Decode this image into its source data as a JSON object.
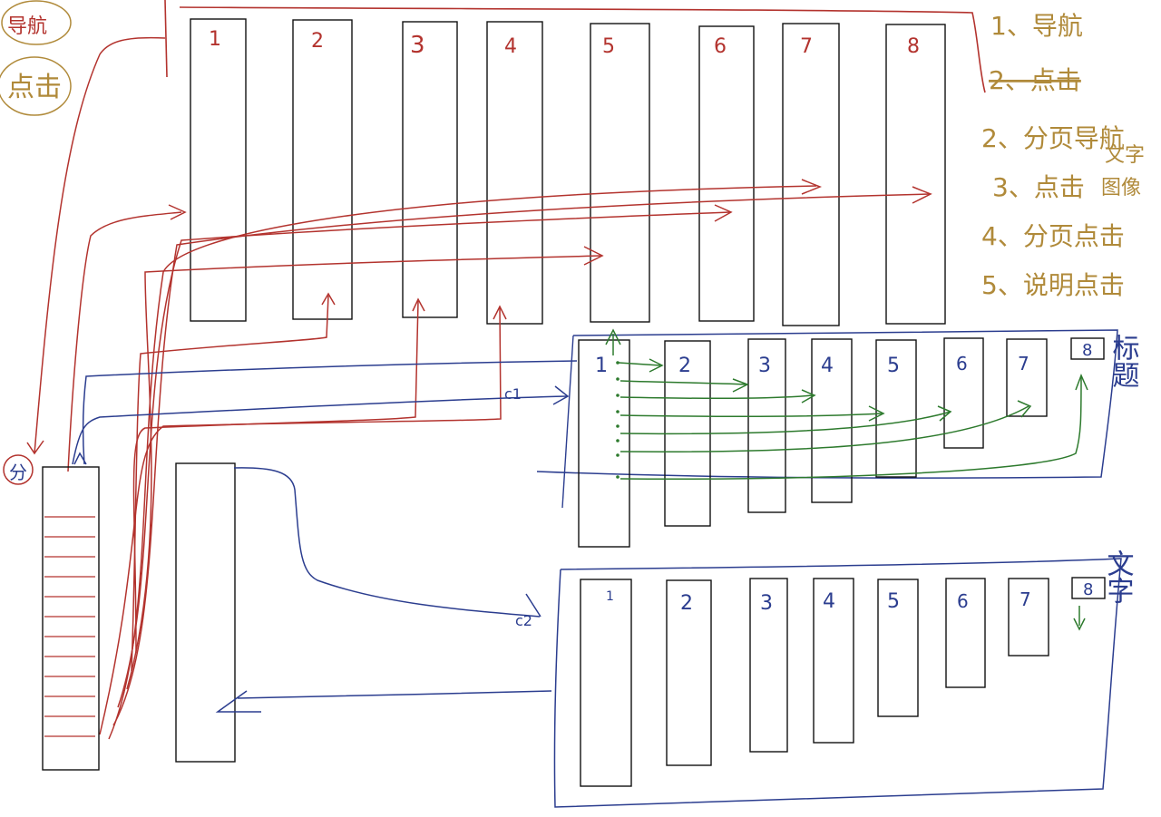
{
  "colors": {
    "red": "#b3332e",
    "blue": "#2b3d8f",
    "green": "#2d7a2d",
    "gold": "#b08a3a",
    "black": "#111111"
  },
  "top_left_labels": {
    "nav": "导航",
    "click": "点击"
  },
  "left_circle_label": "分",
  "top_row": {
    "numbers": [
      "1",
      "2",
      "3",
      "4",
      "5",
      "6",
      "7",
      "8"
    ]
  },
  "middle_panel": {
    "numbers": [
      "1",
      "2",
      "3",
      "4",
      "5",
      "6",
      "7",
      "8"
    ],
    "side_label": "标题",
    "entry_label": "c1"
  },
  "bottom_panel": {
    "numbers": [
      "1",
      "2",
      "3",
      "4",
      "5",
      "6",
      "7",
      "8"
    ],
    "side_label": "文字",
    "entry_label": "c2"
  },
  "notes": {
    "line1": "1、导航",
    "line2": "2、点击",
    "line3": "2、分页导航",
    "line4a": "3、点击",
    "line4b": "文字",
    "line4c": "图像",
    "line5": "4、分页点击",
    "line6": "5、说明点击"
  }
}
